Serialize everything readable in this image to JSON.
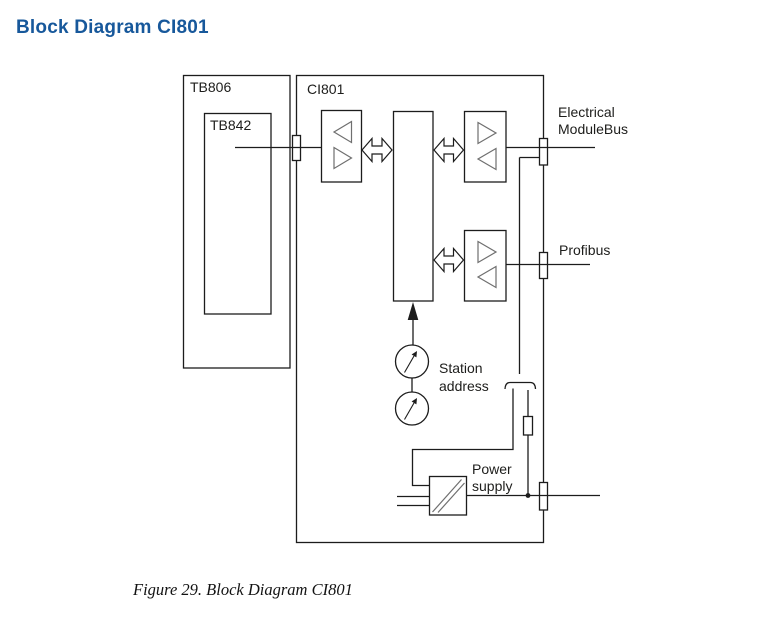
{
  "heading": {
    "text": "Block Diagram CI801"
  },
  "caption": {
    "text": "Figure 29. Block Diagram CI801"
  },
  "colors": {
    "heading_blue": "#17589b",
    "diagram_line": "#1c1c1c",
    "triangle_gray": "#6f6f6f",
    "background": "#ffffff"
  },
  "diagram": {
    "tb806_label": "TB806",
    "tb842_label": "TB842",
    "ci801_label": "CI801",
    "electrical_modulebus": {
      "line1": "Electrical",
      "line2": "ModuleBus"
    },
    "profibus_label": "Profibus",
    "station_address": {
      "line1": "Station",
      "line2": "address"
    },
    "power_supply": {
      "line1": "Power",
      "line2": "supply"
    }
  }
}
